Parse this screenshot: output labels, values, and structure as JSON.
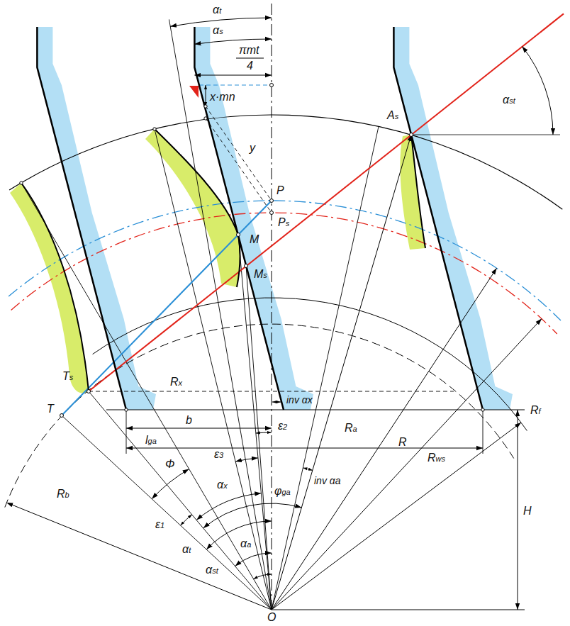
{
  "diagram": {
    "labels": [
      "αt",
      "αs",
      "πmt",
      "4",
      "x·mn",
      "P",
      "y",
      "Ps",
      "As",
      "αst",
      "M",
      "Ms",
      "Rx",
      "T",
      "Ts",
      "inv αx",
      "b",
      "lga",
      "Φ",
      "ε2",
      "ε3",
      "ε1",
      "αx",
      "φga",
      "Rb",
      "Ra",
      "R",
      "Rws",
      "inv αa",
      "αt",
      "αst",
      "αa",
      "H",
      "Rf",
      "O"
    ]
  }
}
